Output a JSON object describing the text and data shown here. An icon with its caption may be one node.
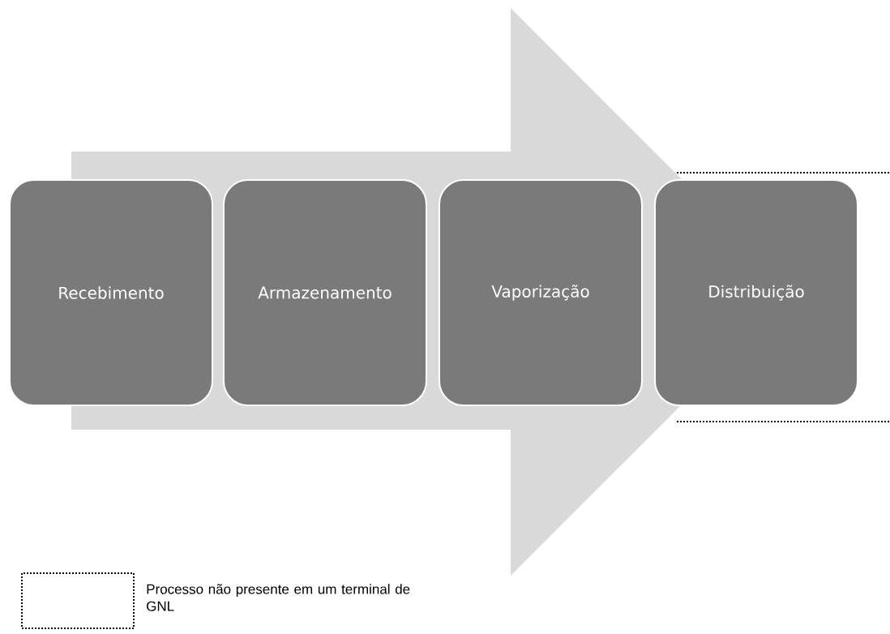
{
  "diagram": {
    "nodes": [
      {
        "text": [
          "Recebimento"
        ]
      },
      {
        "text": [
          "Armazenamento"
        ]
      },
      {
        "text": [
          "Vaporização"
        ]
      },
      {
        "text": [
          "Distribuição"
        ]
      }
    ],
    "edges": [
      {
        "from": 0,
        "to": 3,
        "arrow": "to"
      }
    ],
    "legend": [
      {
        "text": "Processo não presente em um terminal de GNL"
      }
    ]
  }
}
